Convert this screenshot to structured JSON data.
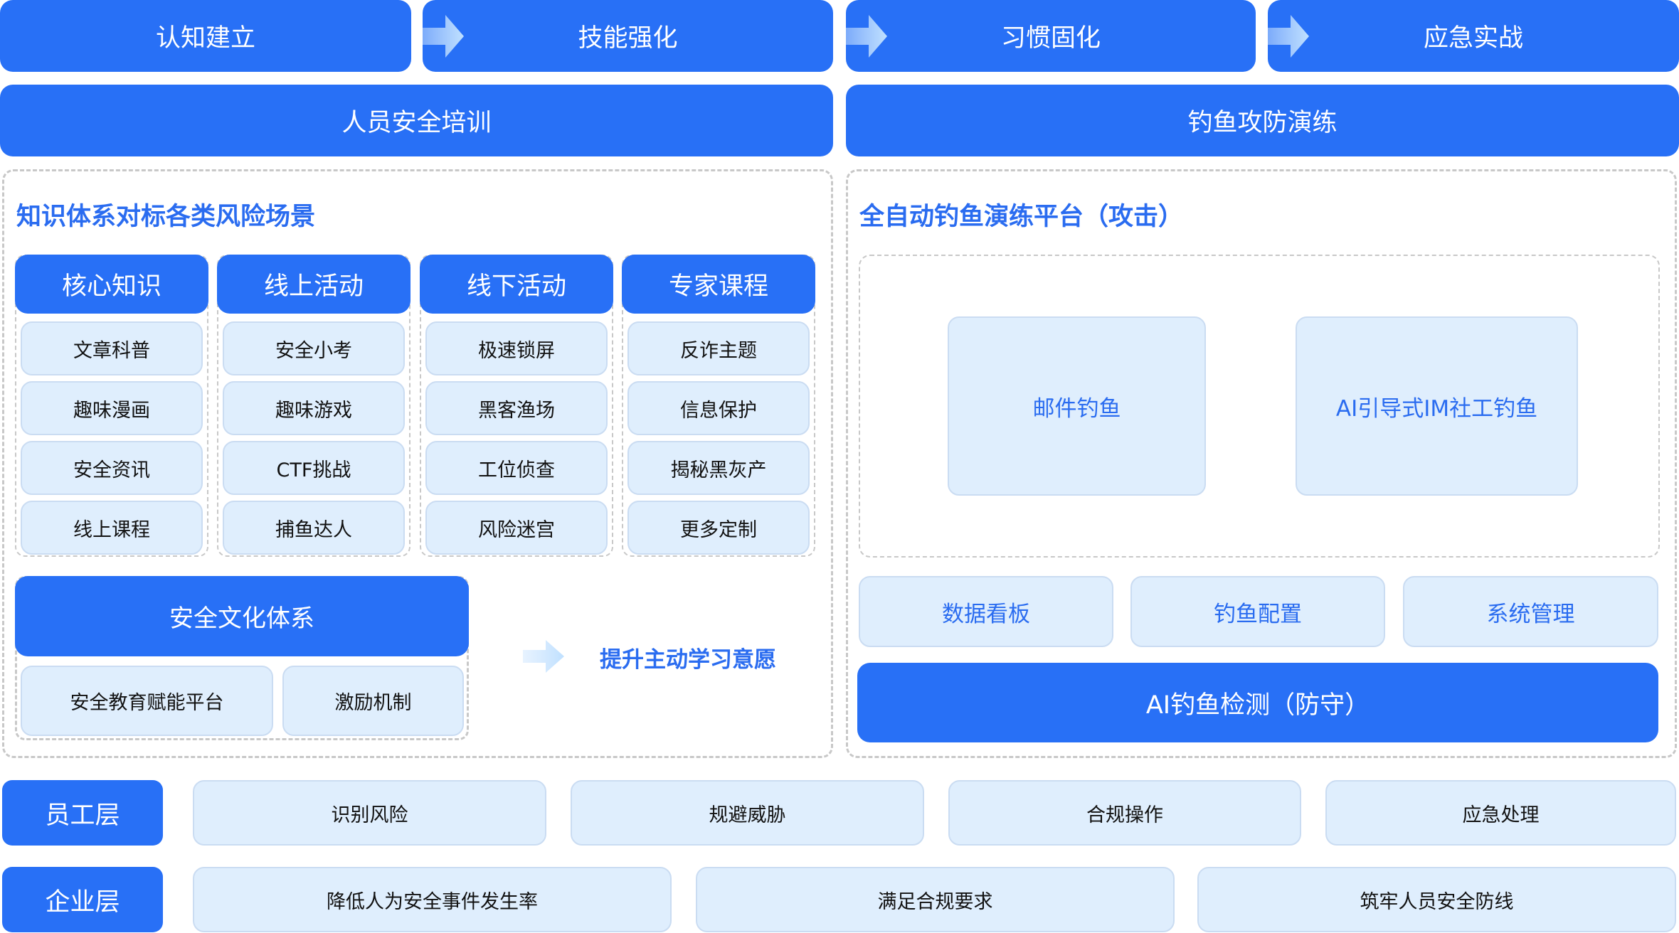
{
  "stages": [
    "认知建立",
    "技能强化",
    "习惯固化",
    "应急实战"
  ],
  "programs": [
    "人员安全培训",
    "钓鱼攻防演练"
  ],
  "left": {
    "title": "知识体系对标各类风险场景",
    "columns": [
      {
        "header": "核心知识",
        "items": [
          "文章科普",
          "趣味漫画",
          "安全资讯",
          "线上课程"
        ]
      },
      {
        "header": "线上活动",
        "items": [
          "安全小考",
          "趣味游戏",
          "CTF挑战",
          "捕鱼达人"
        ]
      },
      {
        "header": "线下活动",
        "items": [
          "极速锁屏",
          "黑客渔场",
          "工位侦查",
          "风险迷宫"
        ]
      },
      {
        "header": "专家课程",
        "items": [
          "反诈主题",
          "信息保护",
          "揭秘黑灰产",
          "更多定制"
        ]
      }
    ],
    "culture": {
      "header": "安全文化体系",
      "items": [
        "安全教育赋能平台",
        "激励机制"
      ]
    },
    "outcome": "提升主动学习意愿"
  },
  "right": {
    "title": "全自动钓鱼演练平台（攻击）",
    "attacks": [
      "邮件钓鱼",
      "AI引导式IM社工钓鱼"
    ],
    "modules": [
      "数据看板",
      "钓鱼配置",
      "系统管理"
    ],
    "defense": "AI钓鱼检测（防守）"
  },
  "layers": [
    {
      "label": "员工层",
      "items": [
        "识别风险",
        "规避威胁",
        "合规操作",
        "应急处理"
      ]
    },
    {
      "label": "企业层",
      "items": [
        "降低人为安全事件发生率",
        "满足合规要求",
        "筑牢人员安全防线"
      ]
    }
  ],
  "colors": {
    "primary": "#2870f6",
    "light": "#dfeefd",
    "title": "#2a6cf0"
  }
}
